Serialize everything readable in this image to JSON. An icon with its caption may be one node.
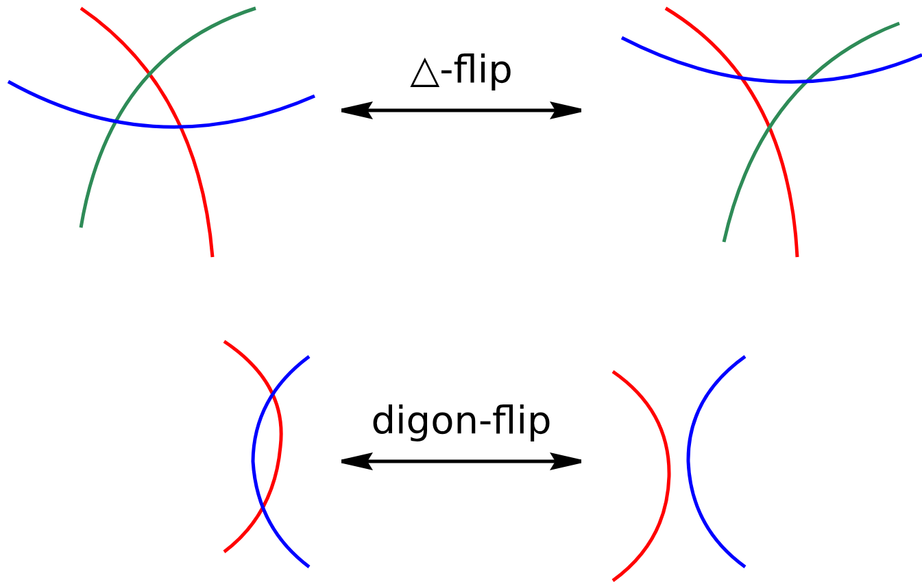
{
  "diagram": {
    "nodes": [
      {
        "text": [],
        "shape": "picture"
      },
      {
        "text": [],
        "shape": "picture"
      },
      {
        "text": [],
        "shape": "picture"
      },
      {
        "text": [],
        "shape": "picture"
      }
    ],
    "edges": [
      {
        "from": 0,
        "to": 1,
        "arrow": "both",
        "label": "△-flip"
      },
      {
        "from": 2,
        "to": 3,
        "arrow": "both",
        "label": "digon-flip"
      }
    ]
  }
}
